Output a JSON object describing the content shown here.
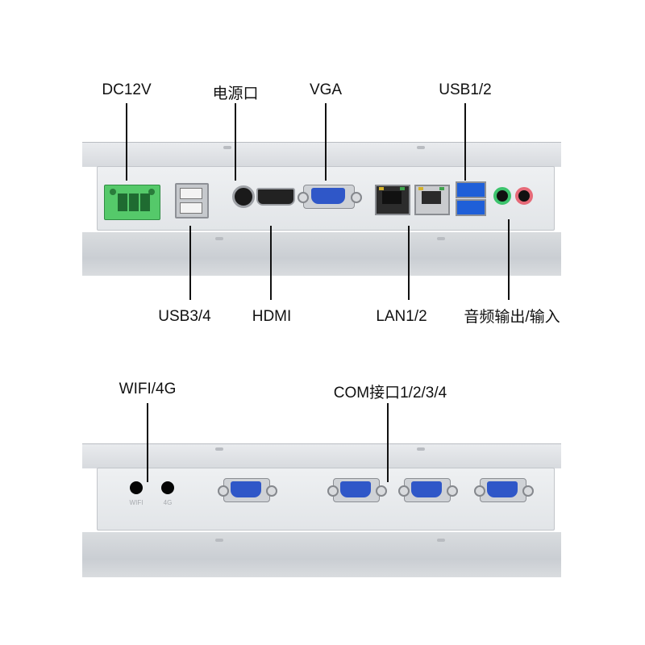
{
  "top_labels": {
    "dc12v": "DC12V",
    "power": "电源口",
    "vga": "VGA",
    "usb12": "USB1/2",
    "usb34": "USB3/4",
    "hdmi": "HDMI",
    "lan12": "LAN1/2",
    "audio": "音频输出/输入"
  },
  "bottom_labels": {
    "wifi4g": "WIFI/4G",
    "com": "COM接口1/2/3/4"
  },
  "silkscreen": {
    "wifi": "WIFI",
    "g4": "4G"
  },
  "colors": {
    "terminal_green": "#55c96a",
    "vga_blue": "#2f57c8",
    "usb3_blue": "#1f5fd8",
    "com_blue": "#2f57c8",
    "audio_out_green": "#3cc46d",
    "audio_in_pink": "#e66a78"
  }
}
